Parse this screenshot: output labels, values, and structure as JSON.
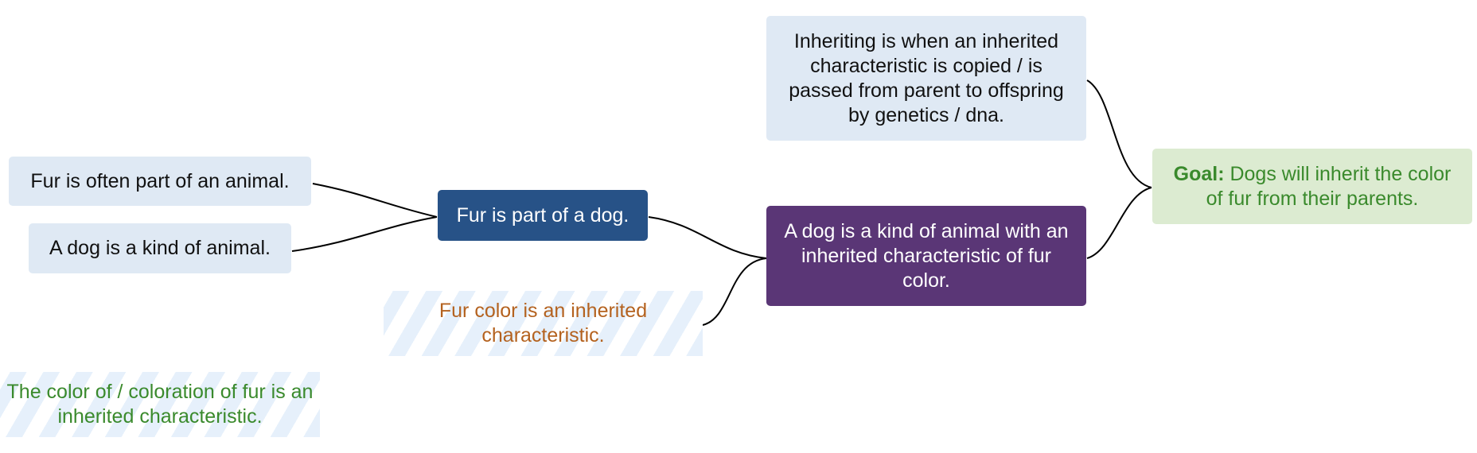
{
  "nodes": {
    "fur_part_of_animal": "Fur is often part of an animal.",
    "dog_kind_of_animal": "A dog is a kind of animal.",
    "fur_part_of_dog": "Fur is part of a dog.",
    "inheriting_definition": "Inheriting is when an inherited characteristic is copied / is passed from parent to offspring by genetics / dna.",
    "dog_inherited_fur_color": "A dog is a kind of animal with an inherited characteristic of fur color.",
    "fur_color_inherited": "Fur color is an inherited characteristic.",
    "color_of_fur_inherited": "The color of / coloration of fur is an inherited characteristic.",
    "goal_label": "Goal:",
    "goal_text": " Dogs will inherit the color of fur from their parents."
  },
  "colors": {
    "premise_fill": "#dfe9f4",
    "intermediate_blue": "#275287",
    "intermediate_purple": "#5a3676",
    "goal_fill": "#dcebd1",
    "goal_text": "#3a8a2c",
    "hatched_orange_text": "#b4621f",
    "hatched_green_text": "#3a8a2c"
  }
}
